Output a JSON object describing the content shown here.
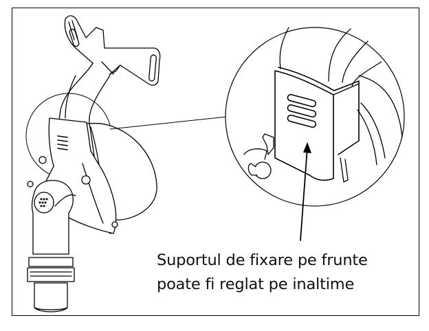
{
  "figure": {
    "caption": {
      "line1": "Suportul de fixare pe frunte",
      "line2": "poate fi reglat pe inaltime"
    },
    "parts": [
      "forehead-support",
      "adjustment-slider",
      "mask-cushion",
      "elbow-connector",
      "swivel-tube",
      "headgear-clip"
    ],
    "colors": {
      "line": "#000000",
      "background": "#ffffff"
    }
  }
}
